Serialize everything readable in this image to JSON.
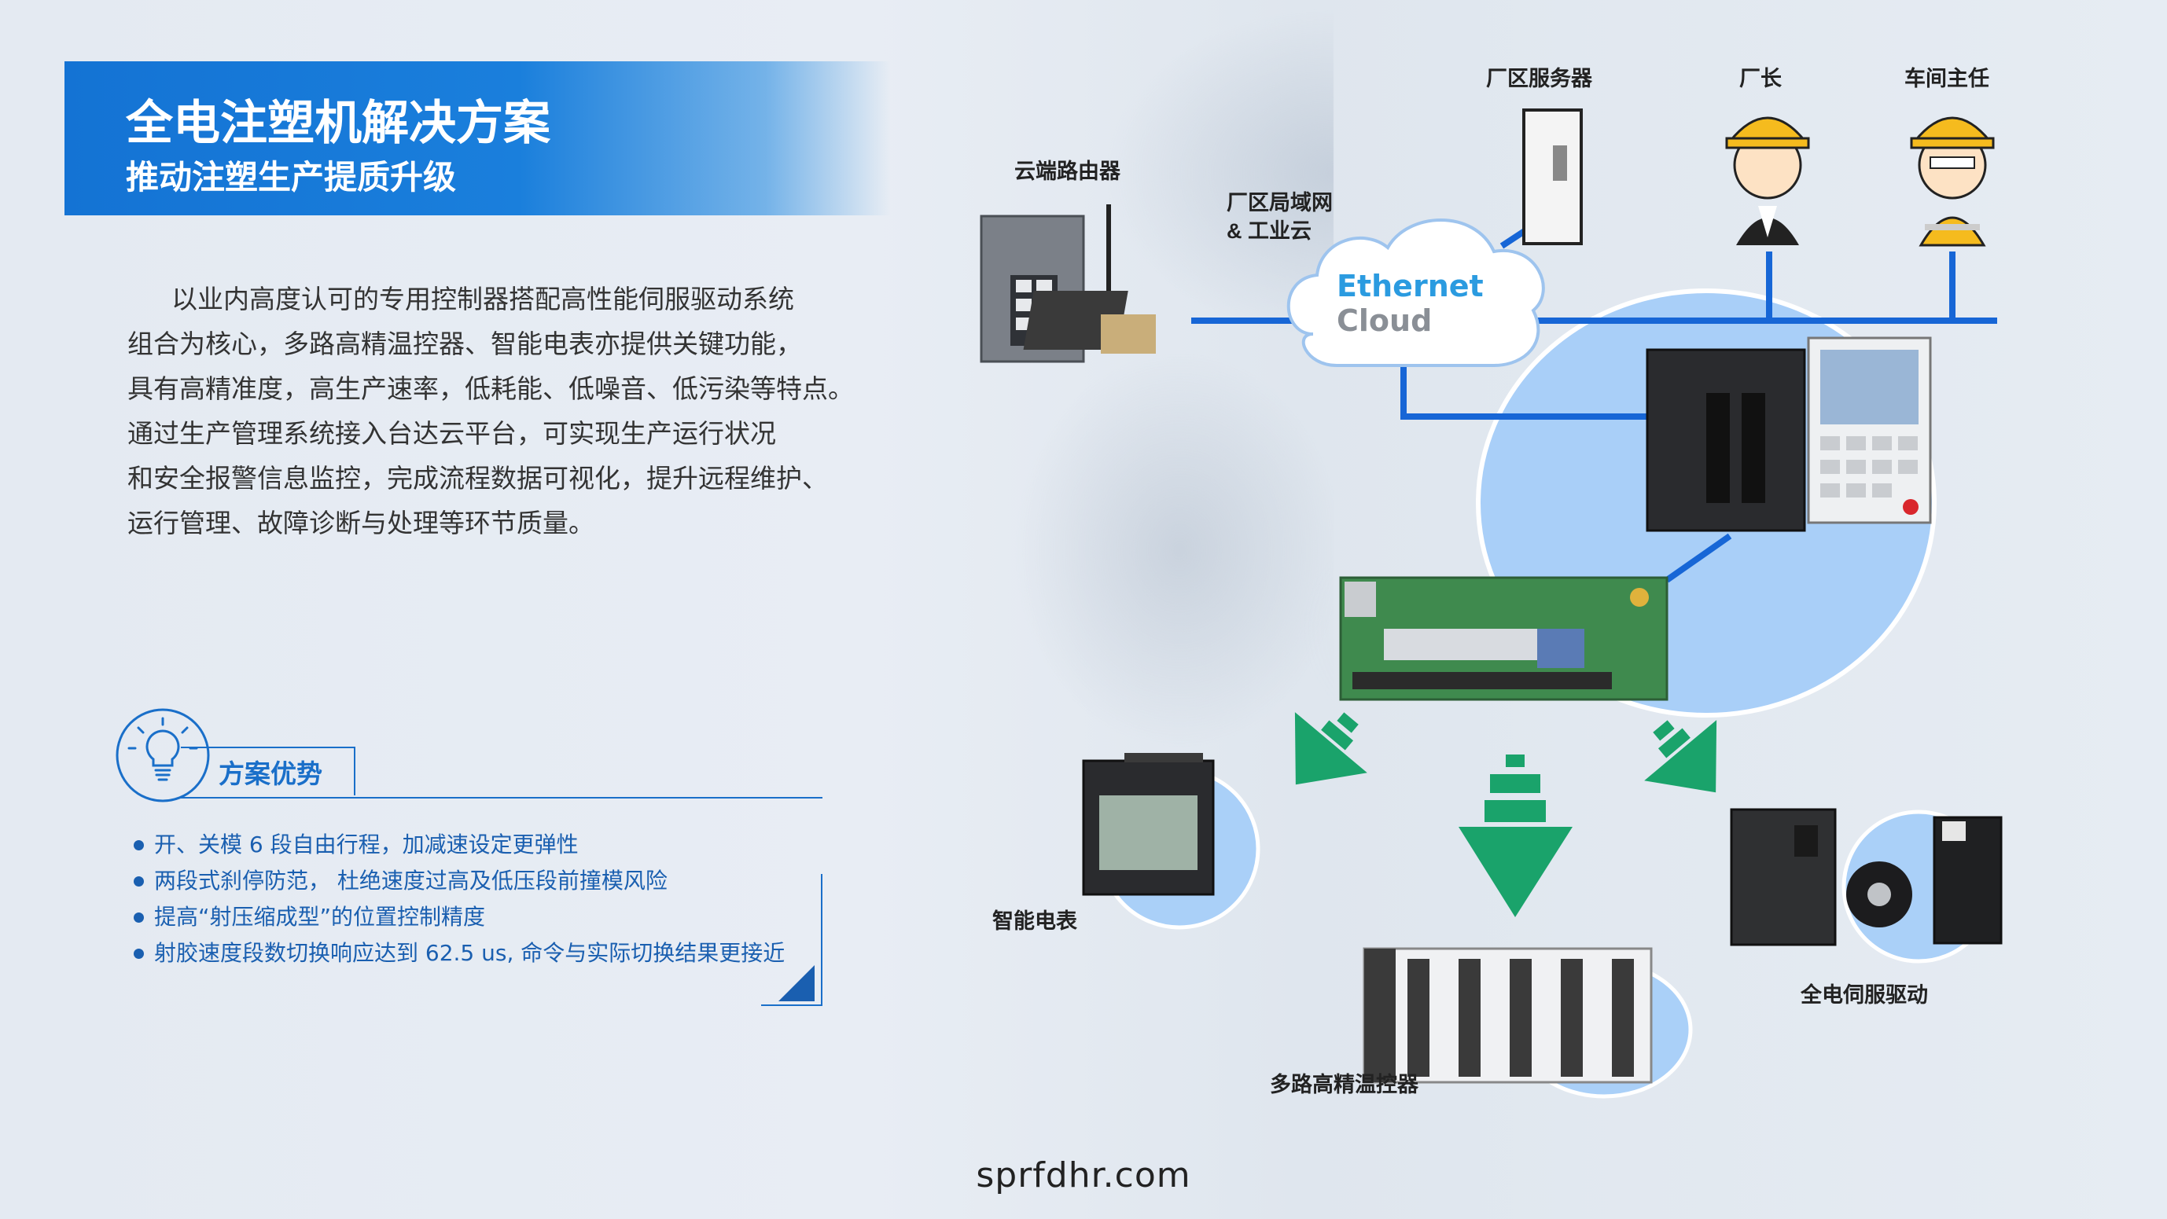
{
  "title": {
    "main": "全电注塑机解决方案",
    "sub": "推动注塑生产提质升级"
  },
  "intro": {
    "lines": [
      "以业内高度认可的专用控制器搭配高性能伺服驱动系统",
      "组合为核心，多路高精温控器、智能电表亦提供关键功能，",
      "具有高精准度，高生产速率，低耗能、低噪音、低污染等特点。",
      "通过生产管理系统接入台达云平台，可实现生产运行状况",
      "和安全报警信息监控，完成流程数据可视化，提升远程维护、",
      "运行管理、故障诊断与处理等环节质量。"
    ]
  },
  "advantages": {
    "title": "方案优势",
    "items": [
      "开、关模 6 段自由行程，加减速设定更弹性",
      "两段式刹停防范， 杜绝速度过高及低压段前撞模风险",
      "提高“射压缩成型”的位置控制精度",
      "射胶速度段数切换响应达到 62.5 us, 命令与实际切换结果更接近"
    ]
  },
  "diagram": {
    "cloud": {
      "line1": "Ethernet",
      "line2": "Cloud"
    },
    "labels": {
      "router": "云端路由器",
      "lan_line1": "厂区局域网",
      "lan_line2": "& 工业云",
      "server": "厂区服务器",
      "factory_director": "厂长",
      "workshop_director": "车间主任",
      "smart_meter": "智能电表",
      "servo_drive": "全电伺服驱动",
      "temp_controller": "多路高精温控器"
    },
    "icons": [
      "router-icon",
      "server-icon",
      "person-icon",
      "controller-icon",
      "circuit-board-icon",
      "meter-icon",
      "servo-drive-icon",
      "temp-controller-icon",
      "lightbulb-icon"
    ]
  },
  "colors": {
    "brand_blue": "#1a7fdc",
    "line_blue": "#1766d6",
    "arrow_green": "#1aa36b",
    "bubble_blue": "#aad0f8"
  },
  "footer": "sprfdhr.com"
}
